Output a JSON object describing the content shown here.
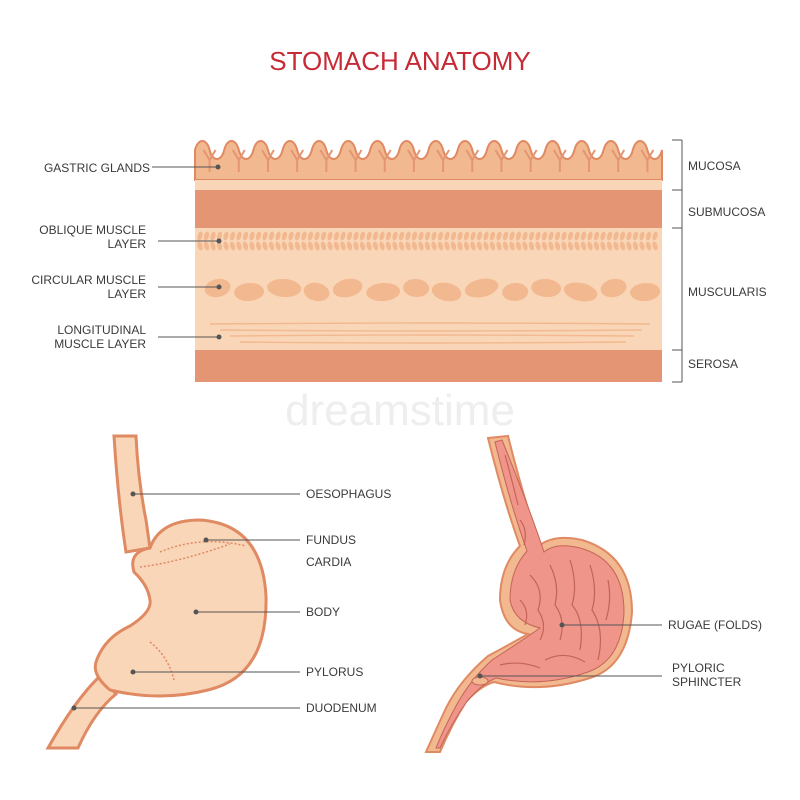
{
  "title": "STOMACH ANATOMY",
  "watermark": "dreamstime",
  "colors": {
    "title": "#c62a35",
    "light_tissue": "#f9d6b7",
    "mid_tissue": "#f2b88f",
    "dark_tissue": "#e39574",
    "outline": "#e08a63",
    "inner_lining": "#f0958a",
    "fold_lines": "#c46458"
  },
  "layers": {
    "left_labels": [
      "GASTRIC GLANDS",
      "OBLIQUE MUSCLE\nLAYER",
      "CIRCULAR MUSCLE\nLAYER",
      "LONGITUDINAL\nMUSCLE LAYER"
    ],
    "right_labels": [
      "MUCOSA",
      "SUBMUCOSA",
      "MUSCULARIS",
      "SEROSA"
    ]
  },
  "external_view": {
    "labels": [
      "OESOPHAGUS",
      "FUNDUS",
      "CARDIA",
      "BODY",
      "PYLORUS",
      "DUODENUM"
    ]
  },
  "internal_view": {
    "labels": [
      "RUGAE (FOLDS)",
      "PYLORIC\nSPHINCTER"
    ]
  }
}
